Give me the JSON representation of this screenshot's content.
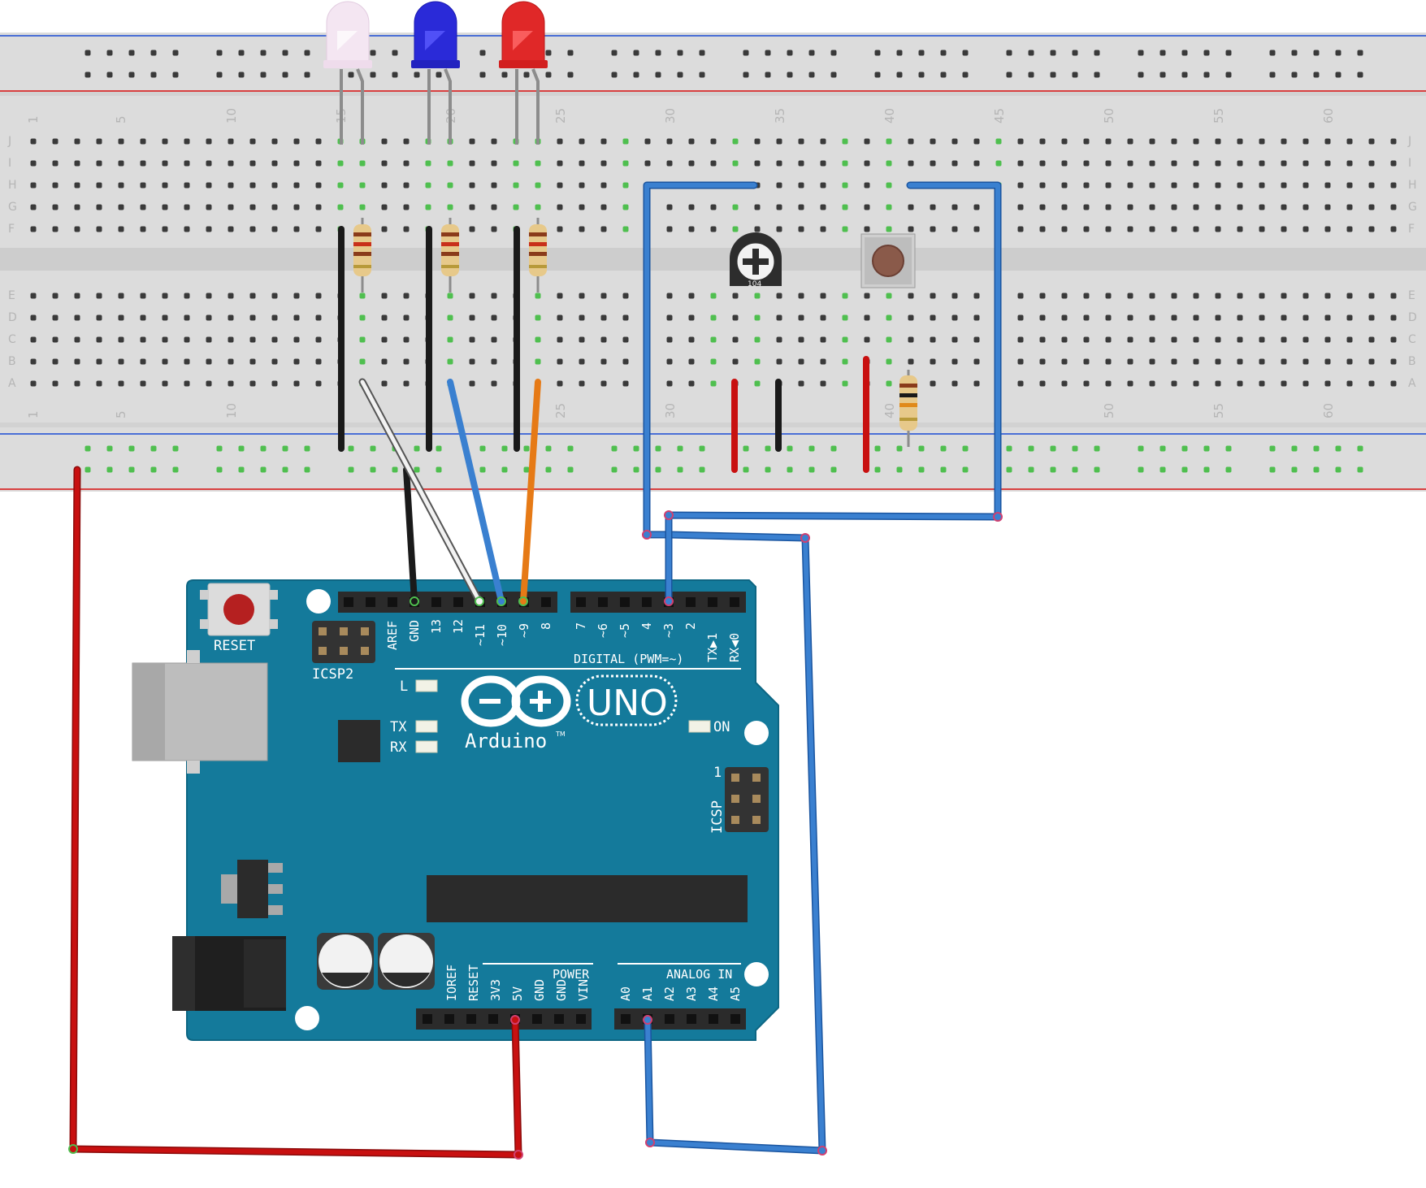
{
  "breadboard": {
    "row_letters_top": [
      "J",
      "I",
      "H",
      "G",
      "F"
    ],
    "row_letters_bottom": [
      "E",
      "D",
      "C",
      "B",
      "A"
    ],
    "column_numbers": [
      "1",
      "5",
      "10",
      "15",
      "20",
      "25",
      "30",
      "35",
      "40",
      "45",
      "50",
      "55",
      "60"
    ]
  },
  "arduino": {
    "reset_label": "RESET",
    "icsp2_label": "ICSP2",
    "icsp_label": "ICSP",
    "icsp_pin1": "1",
    "digital_label": "DIGITAL (PWM=~)",
    "power_label": "POWER",
    "analog_label": "ANALOG IN",
    "led_l": "L",
    "led_tx": "TX",
    "led_rx": "RX",
    "led_on": "ON",
    "brand": "Arduino",
    "tm": "TM",
    "model": "UNO",
    "digital_pins": [
      "AREF",
      "GND",
      "13",
      "12",
      "~11",
      "~10",
      "~9",
      "8",
      "7",
      "~6",
      "~5",
      "4",
      "~3",
      "2",
      "TX▶1",
      "RX◀0"
    ],
    "power_pins": [
      "IOREF",
      "RESET",
      "3V3",
      "5V",
      "GND",
      "GND",
      "VIN"
    ],
    "analog_pins": [
      "A0",
      "A1",
      "A2",
      "A3",
      "A4",
      "A5"
    ]
  },
  "components": {
    "potentiometer_text": "104"
  },
  "colors": {
    "board": "#147a9b",
    "wire_red": "#c81010",
    "wire_blue": "#3a80d0",
    "wire_black": "#1a1a1a",
    "wire_white": "#f2f2f2",
    "wire_orange": "#e67a16",
    "led_white": "#f4e6f2",
    "led_blue": "#2a2ad8",
    "led_red": "#e02828"
  }
}
